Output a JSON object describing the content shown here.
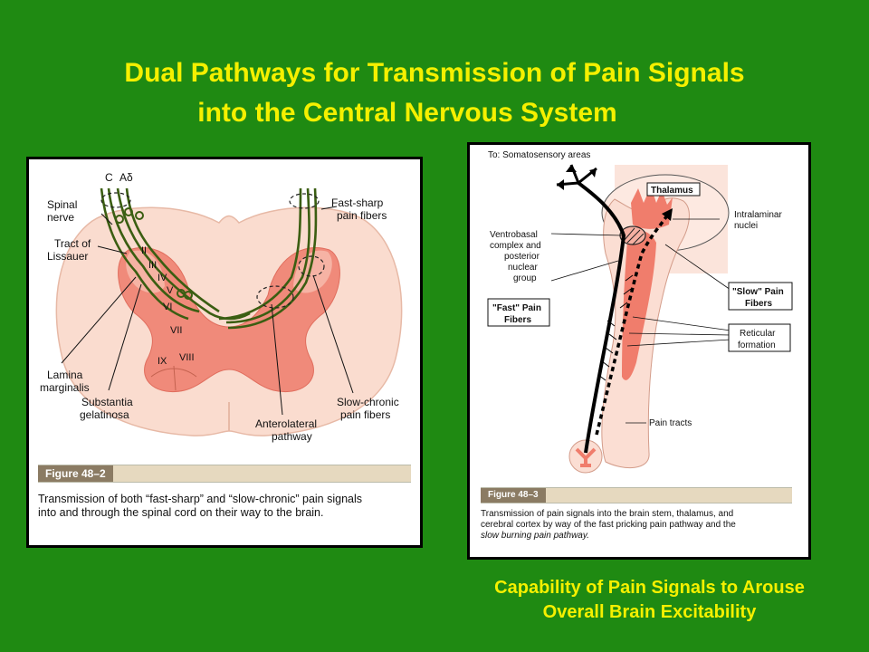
{
  "title": {
    "line1": "Dual Pathways for Transmission of Pain Signals",
    "line2": "into the Central Nervous System"
  },
  "figure1": {
    "fiber_type_c": "C",
    "fiber_type_ad": "Aδ",
    "label_spinal_nerve_1": "Spinal",
    "label_spinal_nerve_2": "nerve",
    "label_tract_1": "Tract of",
    "label_tract_2": "Lissauer",
    "label_fast_1": "Fast-sharp",
    "label_fast_2": "pain fibers",
    "lamina_ii": "II",
    "lamina_iii": "III",
    "lamina_iv": "IV",
    "lamina_v": "V",
    "lamina_vi": "VI",
    "lamina_vii": "VII",
    "lamina_viii": "VIII",
    "lamina_ix": "IX",
    "label_lamina_marg_1": "Lamina",
    "label_lamina_marg_2": "marginalis",
    "label_subst_1": "Substantia",
    "label_subst_2": "gelatinosa",
    "label_antero_1": "Anterolateral",
    "label_antero_2": "pathway",
    "label_slow_1": "Slow-chronic",
    "label_slow_2": "pain fibers",
    "figure_tag": "Figure 48–2",
    "caption_1": "Transmission of both “fast-sharp” and “slow-chronic” pain signals",
    "caption_2": "into and through the spinal cord on their way to the brain."
  },
  "figure2": {
    "label_somato": "To: Somatosensory areas",
    "label_thalamus": "Thalamus",
    "label_intralaminar_1": "Intralaminar",
    "label_intralaminar_2": "nuclei",
    "label_ventro_1": "Ventrobasal",
    "label_ventro_2": "complex and",
    "label_ventro_3": "posterior",
    "label_ventro_4": "nuclear",
    "label_ventro_5": "group",
    "label_fast_1": "\"Fast\" Pain",
    "label_fast_2": "Fibers",
    "label_slow_1": "\"Slow\" Pain",
    "label_slow_2": "Fibers",
    "label_reticular_1": "Reticular",
    "label_reticular_2": "formation",
    "label_pain_tracts": "Pain tracts",
    "figure_tag": "Figure 48–3",
    "caption_1": "Transmission of pain signals into the brain stem, thalamus, and",
    "caption_2": "cerebral cortex by way of the fast pricking pain pathway and the",
    "caption_3": "slow burning pain pathway."
  },
  "subtitle": {
    "line1": "Capability of Pain Signals to Arouse",
    "line2": "Overall Brain Excitability"
  },
  "colors": {
    "background": "#1f8a12",
    "title_text": "#f5f000",
    "fiber_green": "#3b5e12",
    "gray_matter": "#f08a7a",
    "white_matter": "#fadccf"
  }
}
